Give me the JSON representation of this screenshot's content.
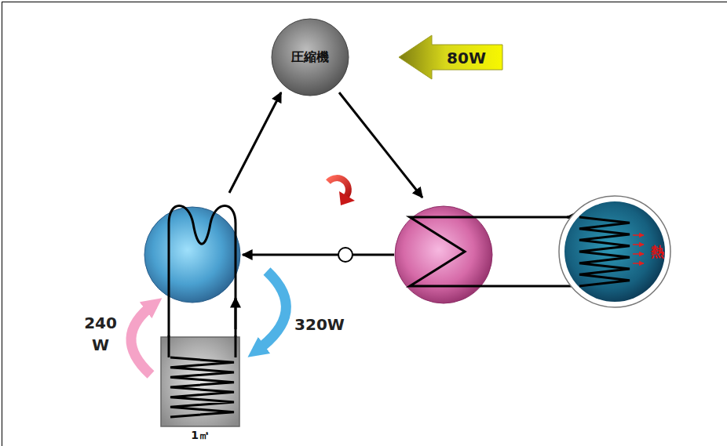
{
  "diagram": {
    "nodes": [
      {
        "text": [
          "圧縮機"
        ]
      },
      {
        "text": [
          "熱"
        ]
      },
      {
        "text": [
          "1㎡"
        ]
      }
    ],
    "labels": [
      "80W",
      "240 W",
      "320W"
    ]
  }
}
